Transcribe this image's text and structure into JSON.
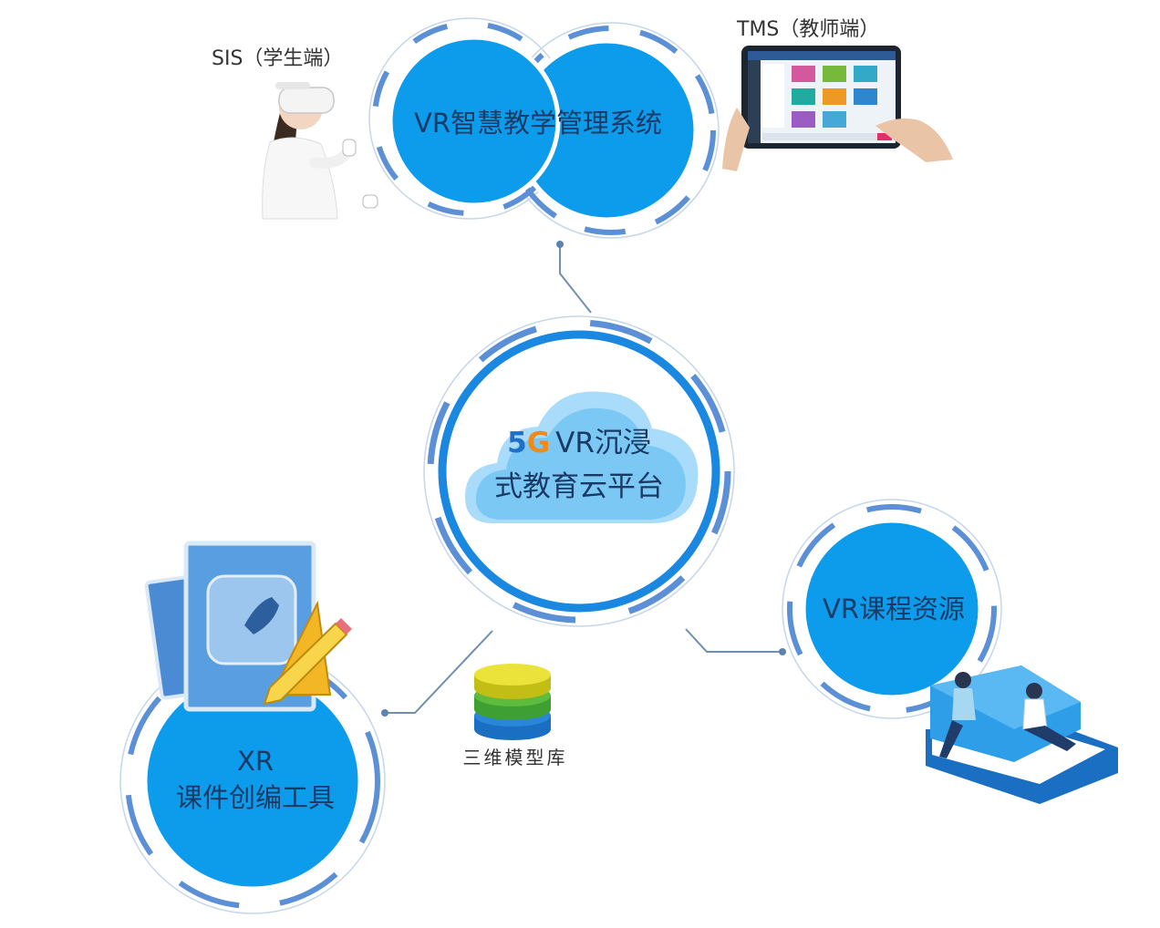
{
  "top_system": {
    "title": "VR智慧教学管理系统"
  },
  "student_terminal": {
    "label": "SIS（学生端）"
  },
  "teacher_terminal": {
    "label": "TMS（教师端）"
  },
  "center_platform": {
    "badge_5": "5",
    "badge_g": "G",
    "line1": "VR沉浸",
    "line2": "式教育云平台"
  },
  "course_resources": {
    "title": "VR课程资源"
  },
  "authoring_tool": {
    "line1": "XR",
    "line2": "课件创编工具"
  },
  "model_library": {
    "label": "三维模型库"
  },
  "colors": {
    "fill_blue": "#0c9ceb",
    "ring_blue": "#1a88e0",
    "arc_blue": "#5b8fd6",
    "line_gray": "#6e8fb0",
    "cloud_light": "#a9dcfa",
    "cloud_mid": "#7cc8f4",
    "text_dark": "#1a3a66"
  }
}
